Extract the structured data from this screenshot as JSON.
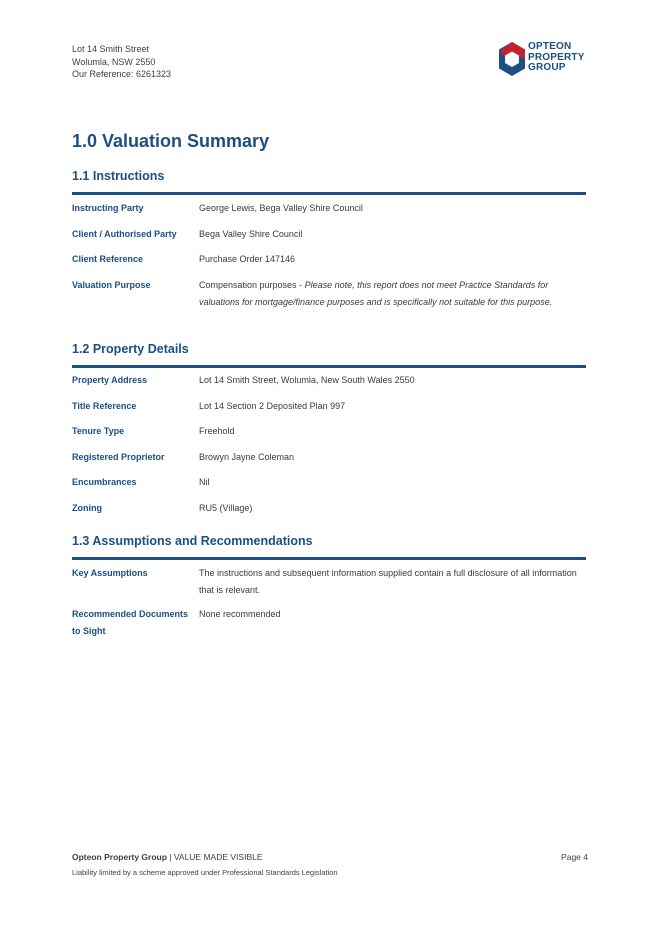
{
  "header": {
    "address_lines": [
      "Lot 14 Smith Street",
      "Wolumla, NSW 2550",
      "Our Reference: 6261323"
    ],
    "logo": {
      "lines": [
        "OPTEON",
        "PROPERTY",
        "GROUP"
      ],
      "colors": {
        "navy": "#1d4e84",
        "red": "#c8202f"
      }
    }
  },
  "title": "1.0  Valuation Summary",
  "sections": {
    "instructions": {
      "heading": "1.1  Instructions",
      "rows": [
        {
          "label": "Instructing Party",
          "value": "George Lewis, Bega Valley Shire Council"
        },
        {
          "label": "Client / Authorised Party",
          "value": "Bega Valley Shire Council"
        },
        {
          "label": "Client Reference",
          "value": "Purchase Order 147146"
        },
        {
          "label": "Valuation Purpose",
          "value": "Compensation purposes - ",
          "value_italic": "Please note, this report does not meet Practice Standards for valuations for mortgage/finance purposes and is specifically not suitable for this purpose."
        }
      ]
    },
    "property": {
      "heading": "1.2  Property Details",
      "rows": [
        {
          "label": "Property Address",
          "value": "Lot 14 Smith Street, Wolumla, New South Wales 2550"
        },
        {
          "label": "Title Reference",
          "value": "Lot 14 Section 2 Deposited Plan 997"
        },
        {
          "label": "Tenure Type",
          "value": "Freehold"
        },
        {
          "label": "Registered Proprietor",
          "value": "Browyn Jayne Coleman"
        },
        {
          "label": "Encumbrances",
          "value": "Nil"
        },
        {
          "label": "Zoning",
          "value": "RU5 (Village)"
        }
      ]
    },
    "assumptions": {
      "heading": "1.3  Assumptions and Recommendations",
      "rows": [
        {
          "label": "Key Assumptions",
          "value": "The instructions and subsequent information supplied contain a full disclosure of all information that is relevant."
        },
        {
          "label": "Recommended Documents to Sight",
          "value": "None recommended"
        }
      ]
    }
  },
  "footer": {
    "company": "Opteon Property Group",
    "separator": " | ",
    "tagline": "VALUE MADE VISIBLE",
    "page": "Page 4",
    "liability": "Liability limited by a scheme approved under Professional Standards Legislation"
  }
}
